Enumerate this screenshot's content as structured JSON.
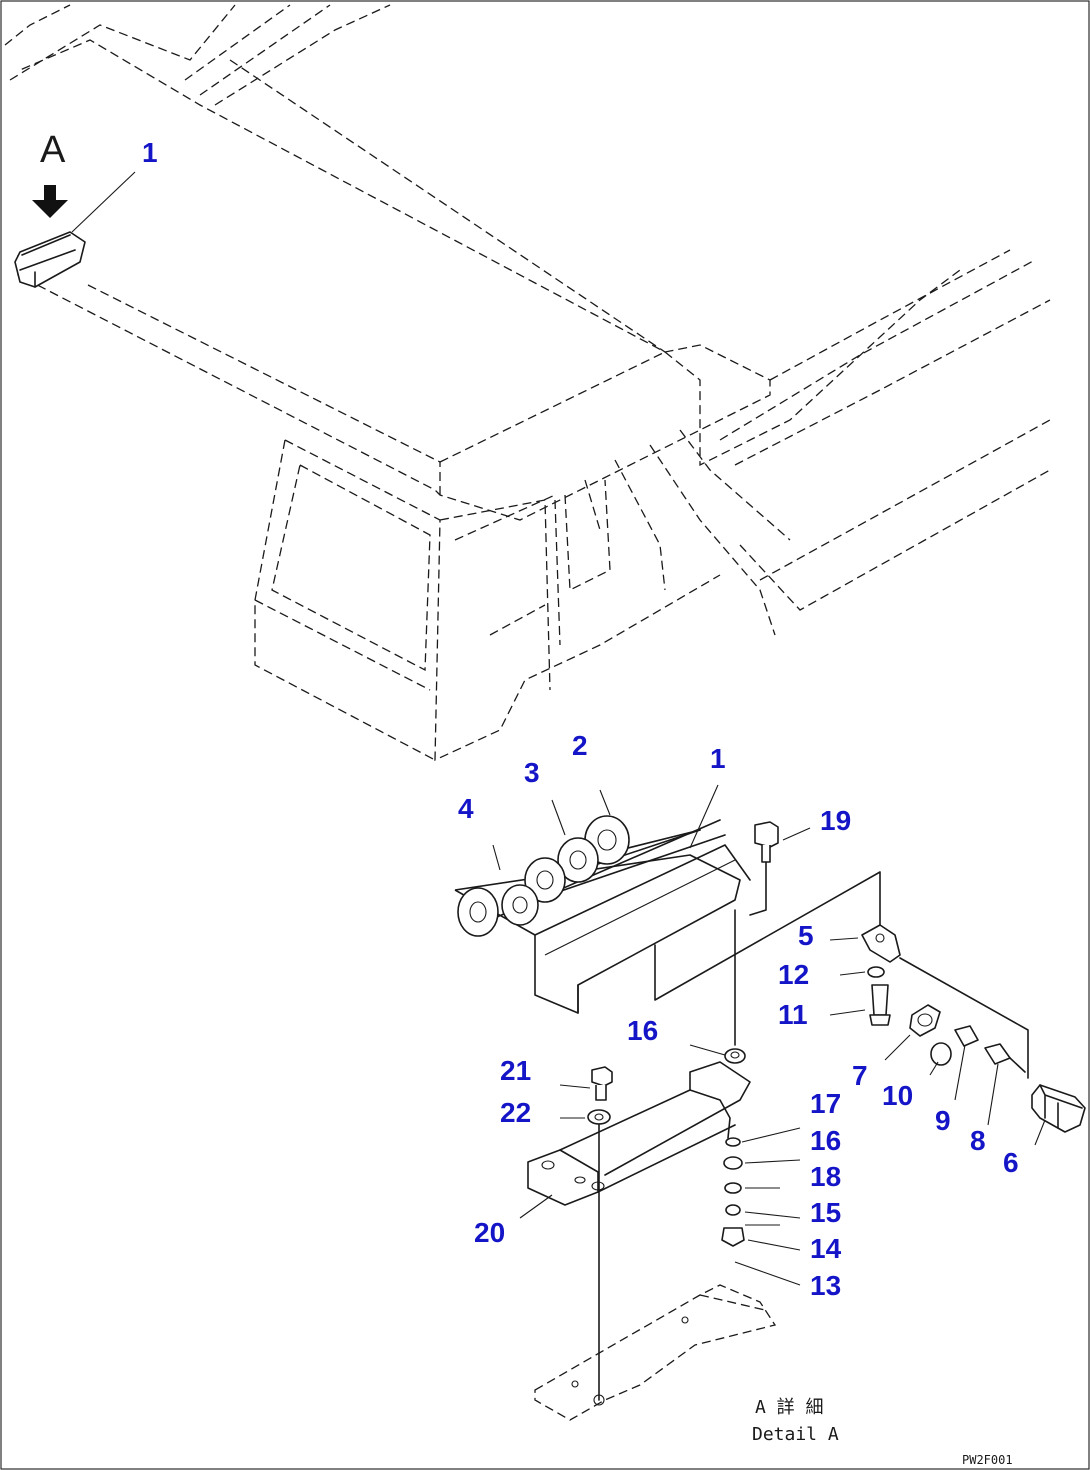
{
  "view_marker": "A",
  "detail_caption_jp": "A 詳 細",
  "detail_caption_en": "Detail A",
  "drawing_code": "PW2F001",
  "callouts": [
    {
      "id": "c1-top",
      "label": "1"
    },
    {
      "id": "c1",
      "label": "1"
    },
    {
      "id": "c2",
      "label": "2"
    },
    {
      "id": "c3",
      "label": "3"
    },
    {
      "id": "c4",
      "label": "4"
    },
    {
      "id": "c5",
      "label": "5"
    },
    {
      "id": "c6",
      "label": "6"
    },
    {
      "id": "c7",
      "label": "7"
    },
    {
      "id": "c8",
      "label": "8"
    },
    {
      "id": "c9",
      "label": "9"
    },
    {
      "id": "c10",
      "label": "10"
    },
    {
      "id": "c11",
      "label": "11"
    },
    {
      "id": "c12",
      "label": "12"
    },
    {
      "id": "c13",
      "label": "13"
    },
    {
      "id": "c14",
      "label": "14"
    },
    {
      "id": "c15",
      "label": "15"
    },
    {
      "id": "c16a",
      "label": "16"
    },
    {
      "id": "c16b",
      "label": "16"
    },
    {
      "id": "c17",
      "label": "17"
    },
    {
      "id": "c18",
      "label": "18"
    },
    {
      "id": "c19",
      "label": "19"
    },
    {
      "id": "c20",
      "label": "20"
    },
    {
      "id": "c21",
      "label": "21"
    },
    {
      "id": "c22",
      "label": "22"
    }
  ]
}
